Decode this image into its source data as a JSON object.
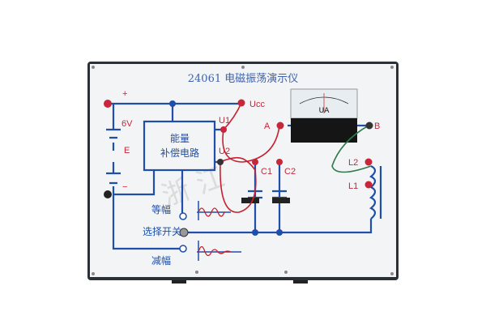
{
  "title": "24061 电磁振荡演示仪",
  "labels": {
    "plus": "+",
    "minus": "−",
    "voltage": "6V",
    "emf": "E",
    "ucc": "Ucc",
    "u1": "U1",
    "u2": "U2",
    "a": "A",
    "b": "B",
    "c1": "C1",
    "c2": "C2",
    "l1": "L1",
    "l2": "L2"
  },
  "box": {
    "line1": "能量",
    "line2": "补偿电路"
  },
  "meter": {
    "unit": "UA"
  },
  "modes": {
    "constant": "等幅",
    "switch": "选择开关",
    "damped": "减幅"
  },
  "watermark": "浙江",
  "colors": {
    "board": "#f3f4f6",
    "frame": "#2b2f36",
    "line": "#1f4fa8",
    "wire_red": "#c8202e",
    "wire_green": "#2f7a4a",
    "terminal": "#c8263a"
  }
}
